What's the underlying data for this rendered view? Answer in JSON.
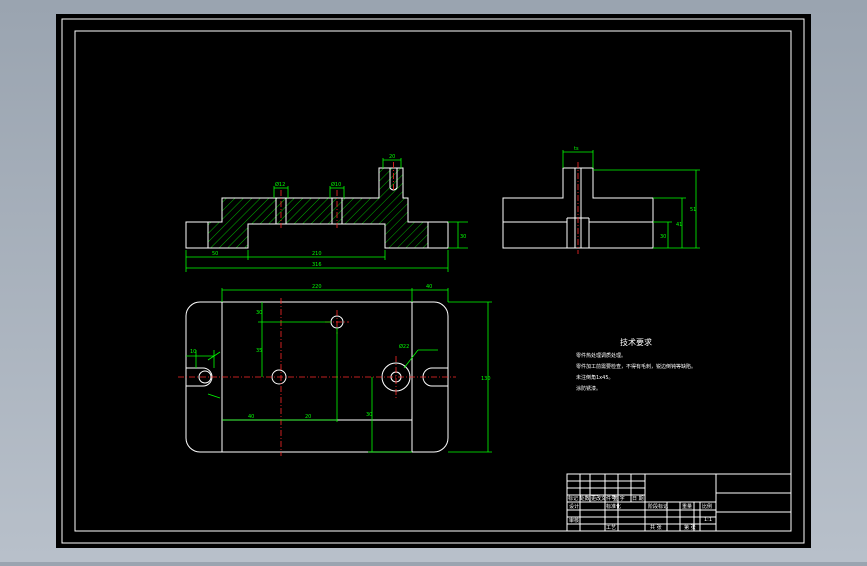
{
  "colors": {
    "background": "#000000",
    "border": "#ffffff",
    "dimension": "#00ff00",
    "centerline": "#ff2a2a",
    "hatch": "#00ff00"
  },
  "front_view": {
    "dims": {
      "top_width": "20",
      "hole_a": "Ø12",
      "hole_b": "Ø10",
      "height_right": "30",
      "left": "50",
      "inner": "210",
      "overall": "316"
    }
  },
  "side_view": {
    "dims": {
      "top": "ts",
      "h1": "51",
      "h2": "41",
      "h3": "30"
    }
  },
  "plan_view": {
    "dims": {
      "width_top": "220",
      "right_offset": "40",
      "height_right": "130",
      "slot_left": "10",
      "v1": "30",
      "v2": "35",
      "bottom_left": "40",
      "bottom_mid": "20",
      "right_lower": "30",
      "hole_big": "Ø22"
    }
  },
  "notes": {
    "title": "技术要求",
    "lines": [
      "零件热处理调质处理。",
      "零件加工前需要检查，不得有毛刺，锐边倒钝等缺陷。",
      "未注倒角1x45。",
      "涂防锈漆。"
    ]
  },
  "title_block": {
    "cells": {
      "c1": "标记 处数",
      "c2": "更改文件号",
      "c3": "签 字",
      "c4": "日 期",
      "c5": "设计",
      "c6": "标准化",
      "c7": "阶段标记",
      "c8": "重量",
      "c9": "比例",
      "c10": "审核",
      "c11": "工艺",
      "c12": "共 张",
      "c13": "第 张",
      "c14": "1:1"
    }
  }
}
